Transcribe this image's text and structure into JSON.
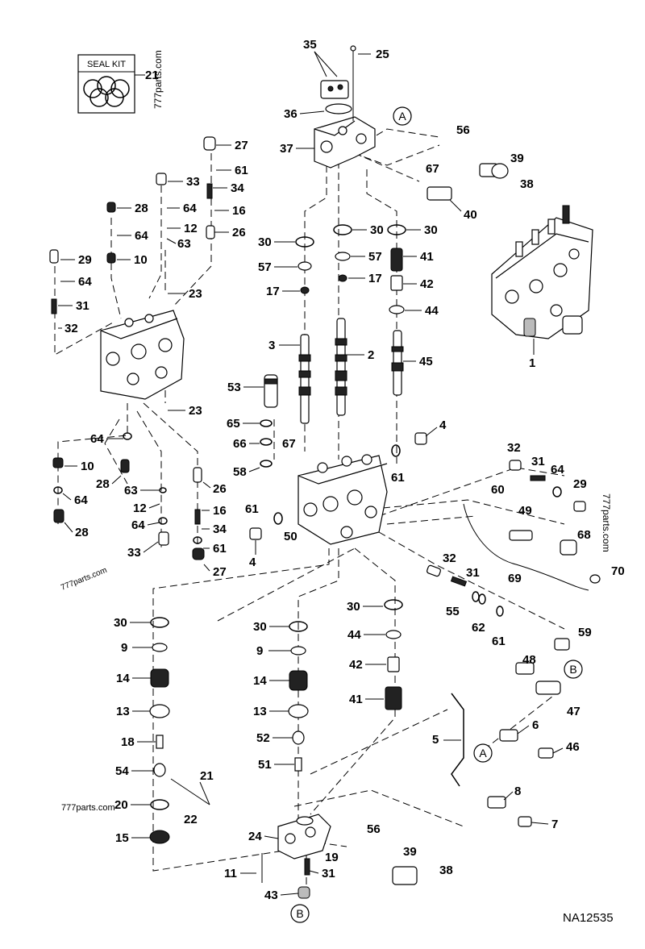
{
  "diagram_id": "NA12535",
  "watermarks": [
    "777parts.com",
    "777parts.com",
    "777parts.com",
    "777parts.com"
  ],
  "seal_kit": {
    "label": "SEAL KIT",
    "callout": "21"
  },
  "reference_markers": [
    "A",
    "A",
    "B",
    "B"
  ],
  "callouts": [
    "1",
    "2",
    "3",
    "4",
    "5",
    "6",
    "7",
    "8",
    "9",
    "10",
    "11",
    "12",
    "13",
    "14",
    "15",
    "16",
    "17",
    "18",
    "19",
    "20",
    "21",
    "22",
    "23",
    "24",
    "25",
    "26",
    "27",
    "28",
    "29",
    "30",
    "31",
    "32",
    "33",
    "34",
    "35",
    "36",
    "37",
    "38",
    "39",
    "40",
    "41",
    "42",
    "43",
    "44",
    "45",
    "46",
    "47",
    "48",
    "49",
    "50",
    "51",
    "52",
    "53",
    "54",
    "55",
    "56",
    "57",
    "58",
    "59",
    "60",
    "61",
    "62",
    "63",
    "64",
    "65",
    "66",
    "67",
    "68",
    "69",
    "70"
  ]
}
